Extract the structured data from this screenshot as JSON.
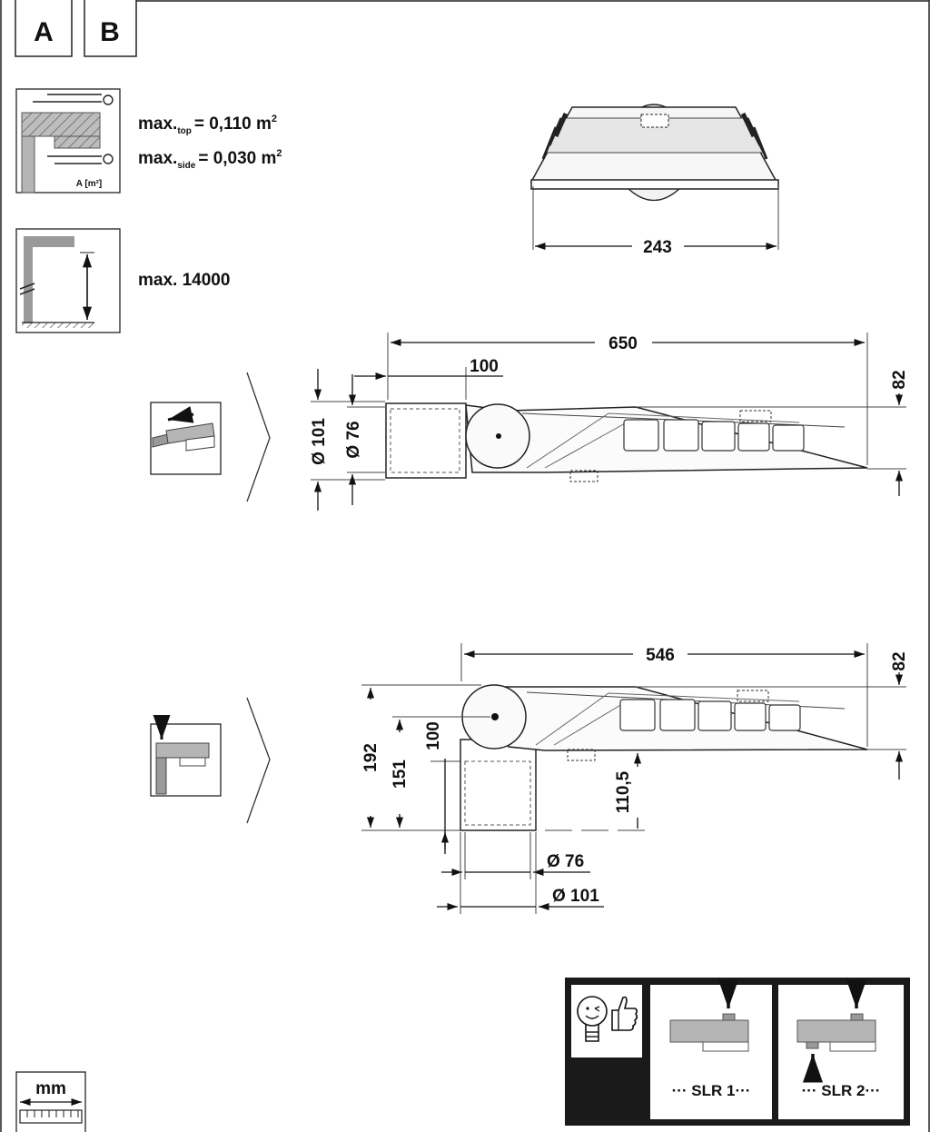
{
  "tabs": [
    "A",
    "B"
  ],
  "wind_area": {
    "icon_caption": "A [m²]",
    "top": {
      "prefix": "max.",
      "sub": "top",
      "value": "= 0,110 m",
      "exp": "2"
    },
    "side": {
      "prefix": "max.",
      "sub": "side",
      "value": "= 0,030 m",
      "exp": "2"
    }
  },
  "mounting_height": {
    "label": "max. 14000"
  },
  "front_view": {
    "width": "243"
  },
  "side_entry": {
    "length": "650",
    "spigot_depth": "100",
    "height": "82",
    "outer_diameter": "Ø 101",
    "inner_diameter": "Ø 76"
  },
  "post_top": {
    "length": "546",
    "height": "82",
    "total_height": "192",
    "spigot_height": "151",
    "insert_depth": "100",
    "housing_height": "110,5",
    "inner_diameter": "Ø 76",
    "outer_diameter": "Ø 101"
  },
  "sensor_box": {
    "option1": "··· SLR 1···",
    "option2": "··· SLR 2···"
  },
  "units": {
    "label": "mm"
  }
}
